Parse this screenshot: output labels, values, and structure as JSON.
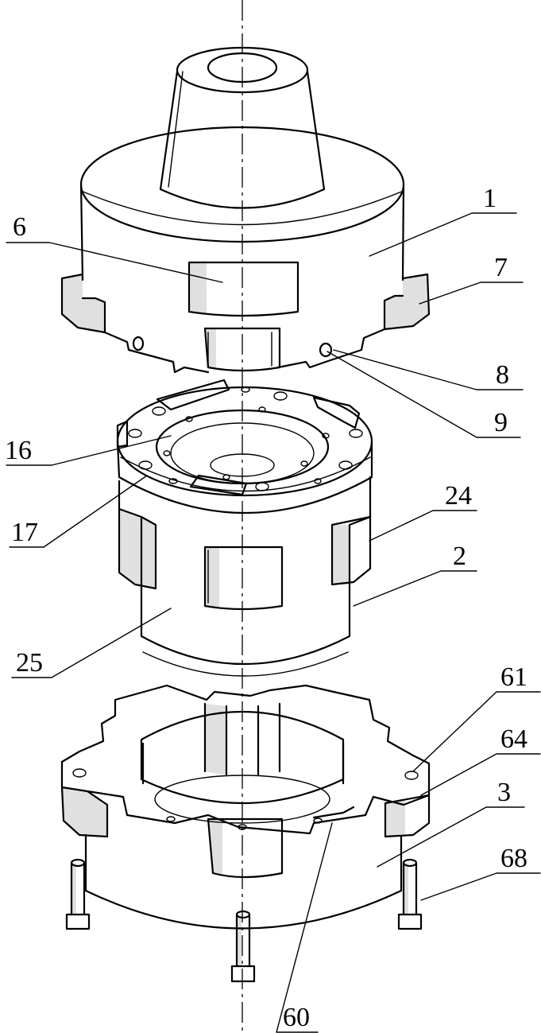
{
  "labels": {
    "l1": "1",
    "l6": "6",
    "l7": "7",
    "l8": "8",
    "l9": "9",
    "l16": "16",
    "l17": "17",
    "l24": "24",
    "l2": "2",
    "l25": "25",
    "l61": "61",
    "l64": "64",
    "l3": "3",
    "l68": "68",
    "l60": "60"
  }
}
